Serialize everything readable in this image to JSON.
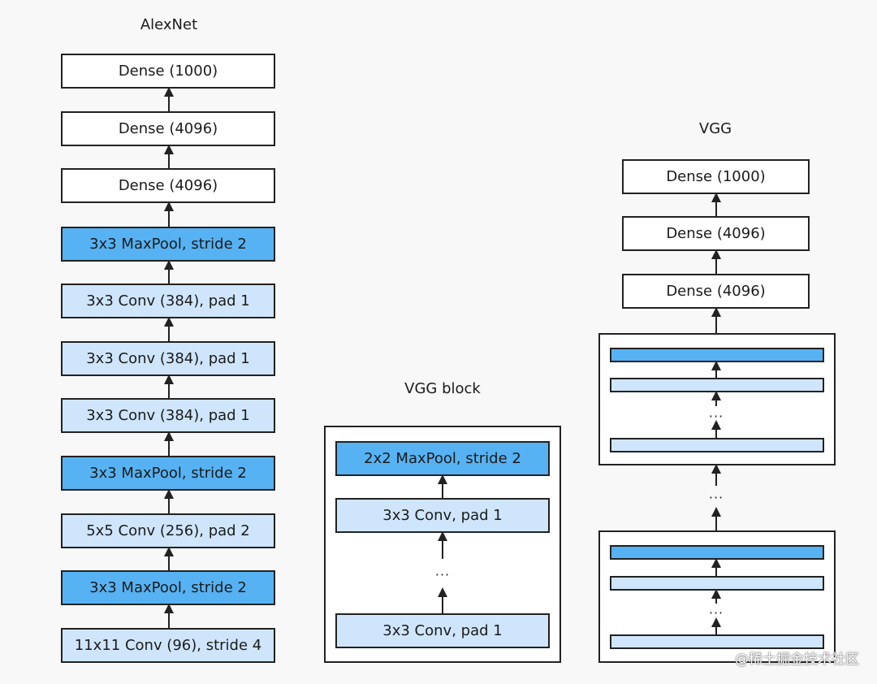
{
  "alexnet": {
    "title": "AlexNet",
    "layers": [
      {
        "label": "Dense (1000)",
        "style": "white"
      },
      {
        "label": "Dense (4096)",
        "style": "white"
      },
      {
        "label": "Dense (4096)",
        "style": "white"
      },
      {
        "label": "3x3 MaxPool, stride 2",
        "style": "dark"
      },
      {
        "label": "3x3 Conv (384), pad 1",
        "style": "light"
      },
      {
        "label": "3x3 Conv (384), pad 1",
        "style": "light"
      },
      {
        "label": "3x3 Conv (384), pad 1",
        "style": "light"
      },
      {
        "label": "3x3 MaxPool, stride 2",
        "style": "dark"
      },
      {
        "label": "5x5 Conv (256), pad 2",
        "style": "light"
      },
      {
        "label": "3x3 MaxPool, stride 2",
        "style": "dark"
      },
      {
        "label": "11x11 Conv (96), stride 4",
        "style": "light"
      }
    ]
  },
  "vgg_block": {
    "title": "VGG block",
    "layers": [
      {
        "label": "2x2 MaxPool, stride 2",
        "style": "dark"
      },
      {
        "label": "3x3 Conv, pad 1",
        "style": "light"
      },
      {
        "label": "3x3 Conv, pad 1",
        "style": "light"
      }
    ],
    "ellipsis": "···"
  },
  "vgg": {
    "title": "VGG",
    "dense_layers": [
      {
        "label": "Dense (1000)",
        "style": "white"
      },
      {
        "label": "Dense (4096)",
        "style": "white"
      },
      {
        "label": "Dense (4096)",
        "style": "white"
      }
    ],
    "ellipsis": "···"
  },
  "colors": {
    "white_layer": "#ffffff",
    "conv_layer": "#cfe5fb",
    "pool_layer": "#56b2f2",
    "border": "#222222"
  },
  "watermark": "@稀土掘金技术社区"
}
